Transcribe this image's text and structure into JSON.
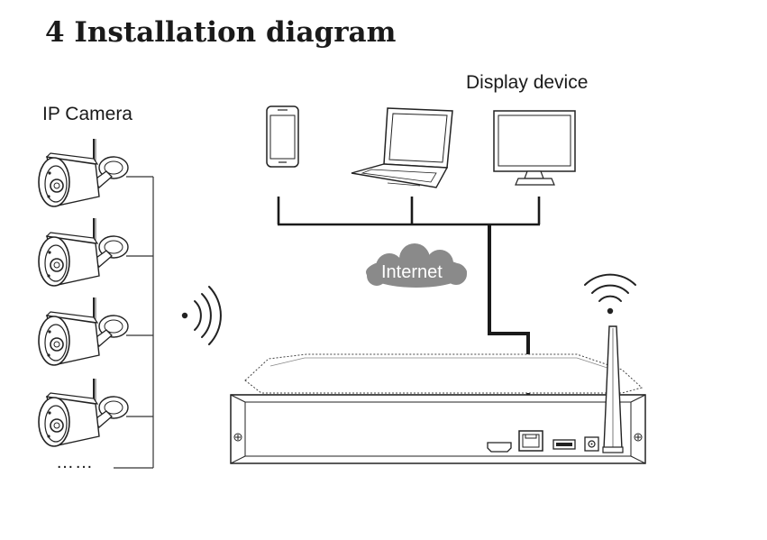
{
  "title": "4 Installation diagram",
  "labels": {
    "ip_camera": "IP Camera",
    "display_device": "Display device",
    "internet": "Internet",
    "more_cameras": "……"
  },
  "nodes": {
    "cameras": 4,
    "display_devices": [
      "smartphone-icon",
      "laptop-icon",
      "monitor-icon"
    ],
    "recorder_ports": [
      "hdmi-port-icon",
      "ethernet-port-icon",
      "usb-port-icon",
      "power-port-icon"
    ]
  },
  "colors": {
    "line": "#1a1a1a",
    "cloud": "#8a8a8a",
    "outline": "#222222"
  }
}
